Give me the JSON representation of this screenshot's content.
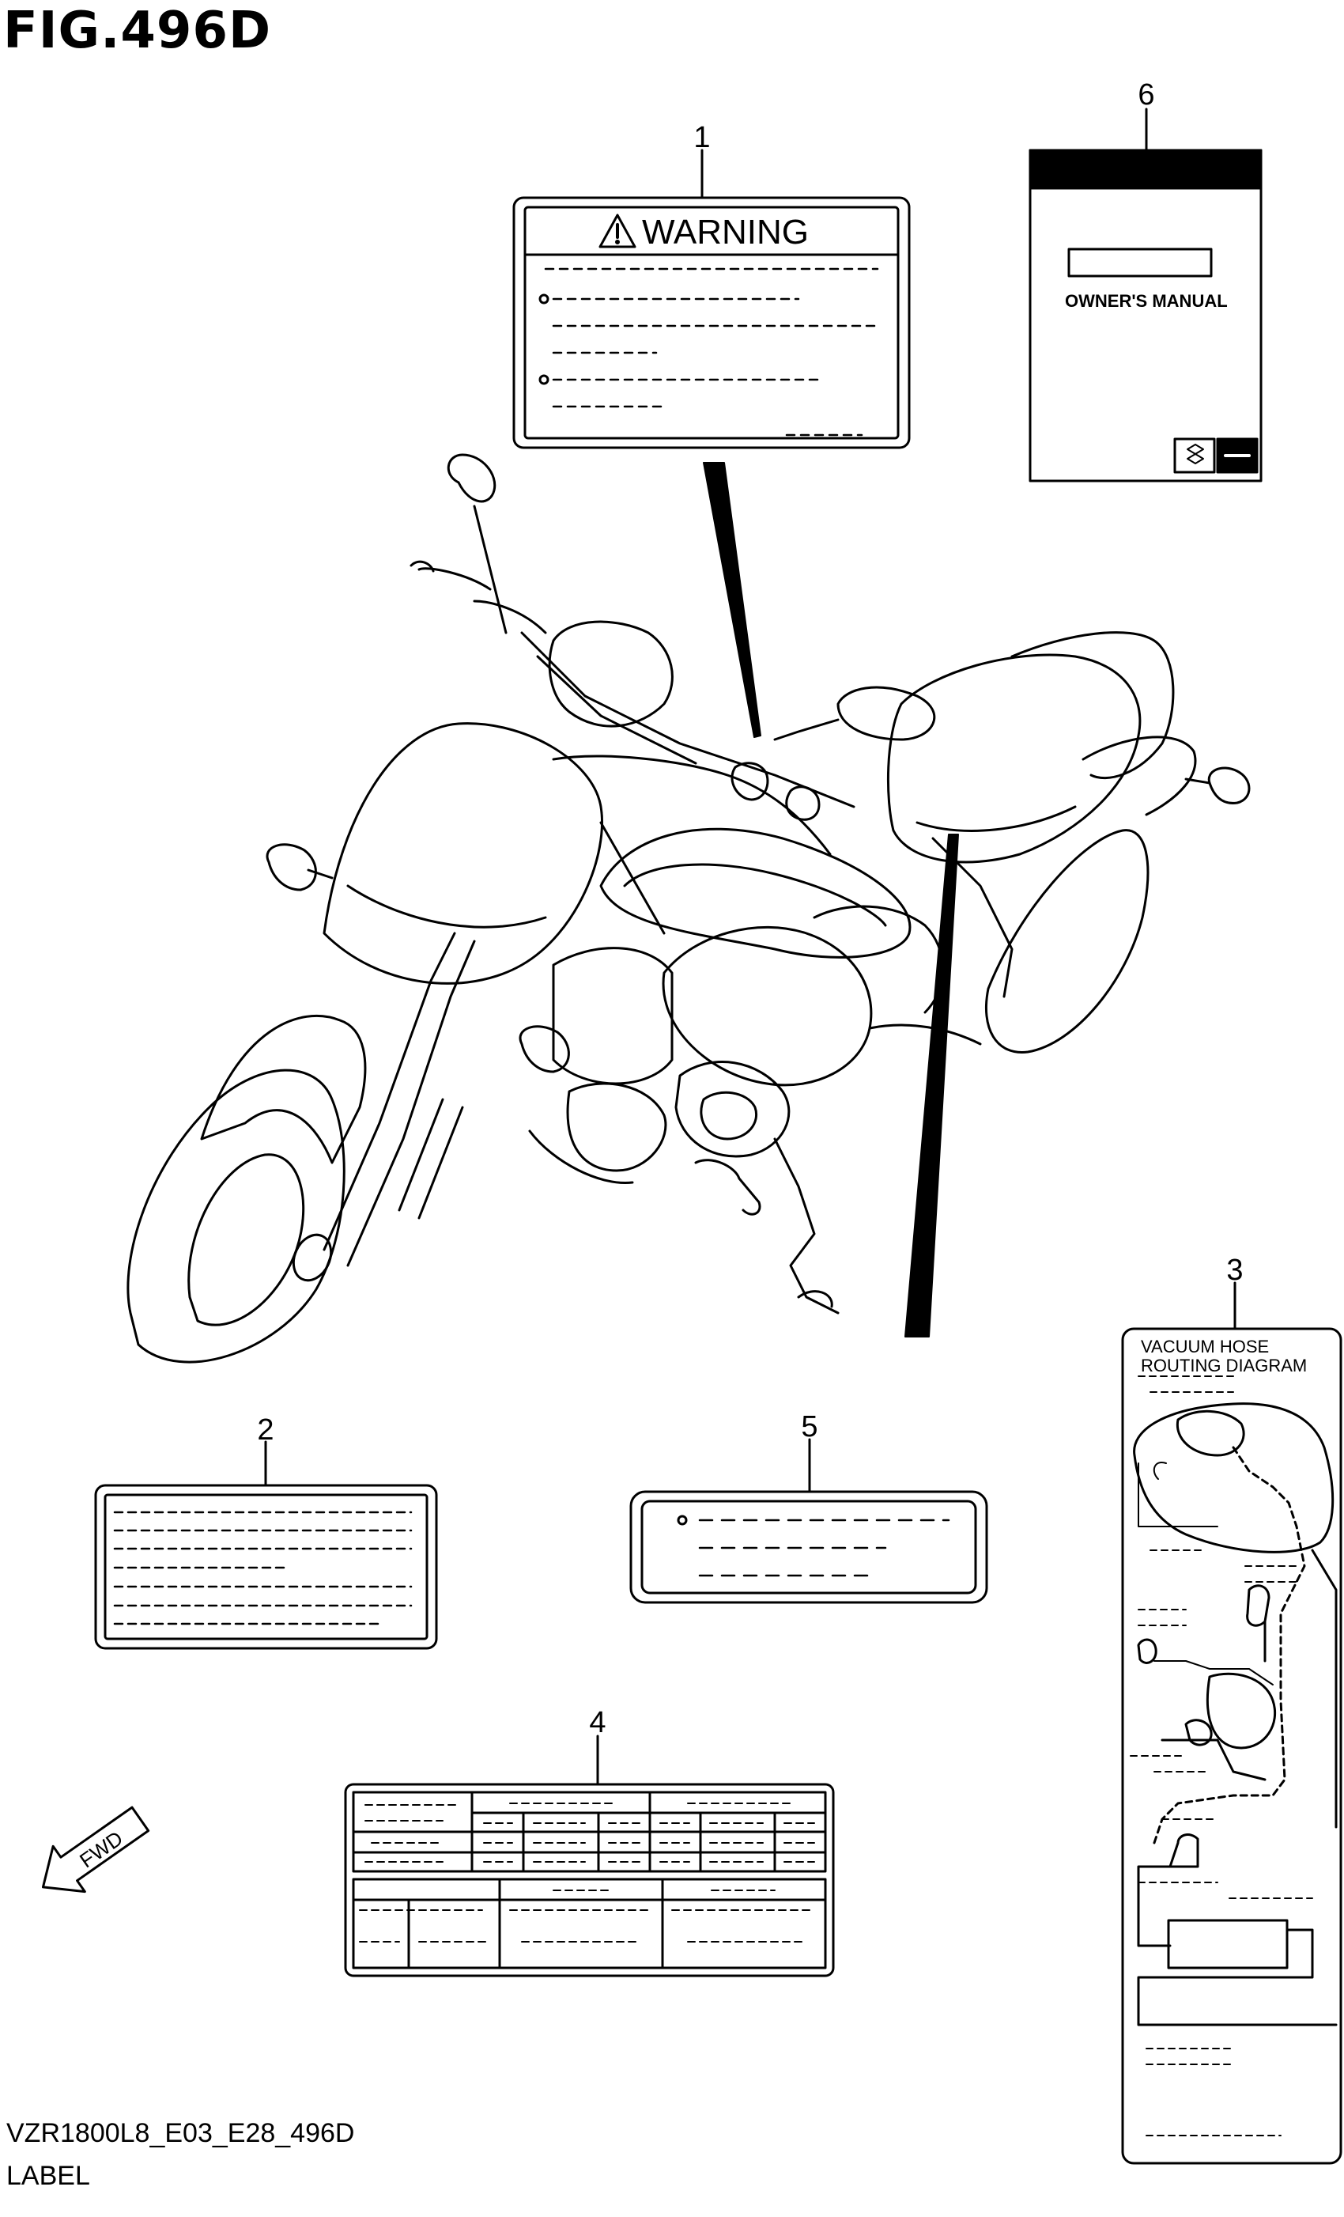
{
  "figure": {
    "title": "FIG.496D",
    "code": "VZR1800L8_E03_E28_496D",
    "label": "LABEL"
  },
  "callouts": [
    "1",
    "2",
    "3",
    "4",
    "5",
    "6"
  ],
  "labels": {
    "warning_heading": "WARNING",
    "manual_title": "OWNER'S MANUAL",
    "vacuum_line1": "VACUUM HOSE",
    "vacuum_line2": "ROUTING DIAGRAM",
    "fwd_text": "FWD"
  },
  "icons": [
    "warning-triangle-icon",
    "suzuki-logo-icon",
    "fwd-arrow-icon"
  ],
  "colors": {
    "line": "#000000",
    "background": "#ffffff"
  }
}
